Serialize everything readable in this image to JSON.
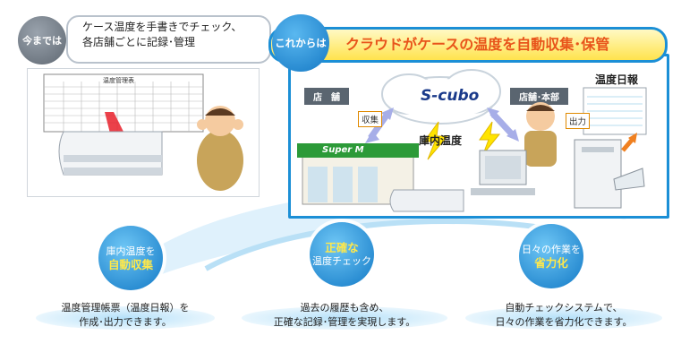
{
  "before": {
    "badge": "今までは",
    "line1": "ケース温度を手書きでチェック、",
    "line2": "各店舗ごとに記録･管理",
    "sheet_title": "温度管理表"
  },
  "after": {
    "badge": "これからは",
    "title": "クラウドがケースの温度を自動収集･保管",
    "store_tag": "店　舗",
    "hq_tag": "店舗･本部",
    "collect_label": "収集",
    "cloud_logo": "S-cubo",
    "internal_temp": "庫内温度",
    "report_title": "温度日報",
    "output_label": "出力",
    "store_sign": "Super M"
  },
  "features": [
    {
      "line1": "庫内温度を",
      "line2": "自動収集",
      "desc1": "温度管理帳票（温度日報）を",
      "desc2": "作成･出力できます。"
    },
    {
      "line1": "正確な",
      "line2": "温度チェック",
      "desc1": "過去の履歴も含め、",
      "desc2": "正確な記録･管理を実現します。"
    },
    {
      "line1": "日々の作業を",
      "line2": "省力化",
      "desc1": "自動チェックシステムで、",
      "desc2": "日々の作業を省力化できます。"
    }
  ],
  "colors": {
    "accent_blue": "#1b8fd6",
    "title_orange": "#e8541a",
    "highlight_yellow": "#ffe84a"
  }
}
